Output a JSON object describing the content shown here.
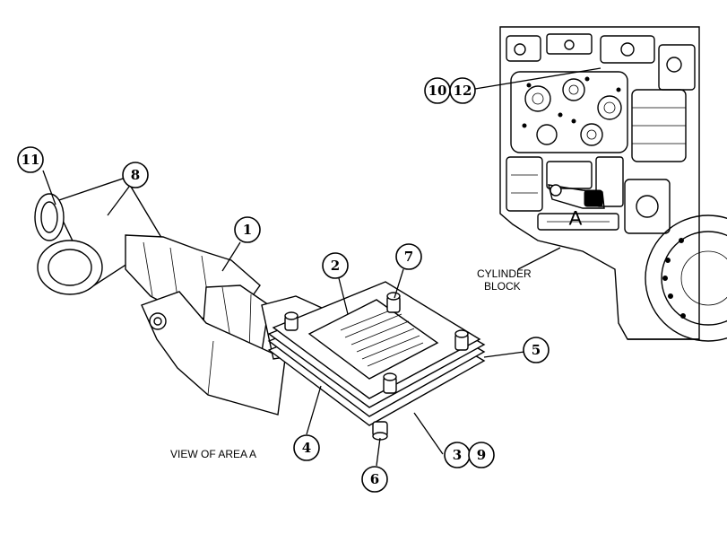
{
  "callouts": {
    "c1": "1",
    "c2": "2",
    "c3": "3",
    "c4": "4",
    "c5": "5",
    "c6": "6",
    "c7": "7",
    "c8": "8",
    "c9": "9",
    "c10": "10",
    "c11": "11",
    "c12": "12"
  },
  "labels": {
    "view_caption": "VIEW OF AREA A",
    "cylinder_block_line1": "CYLINDER",
    "cylinder_block_line2": "BLOCK",
    "area_marker": "A"
  }
}
